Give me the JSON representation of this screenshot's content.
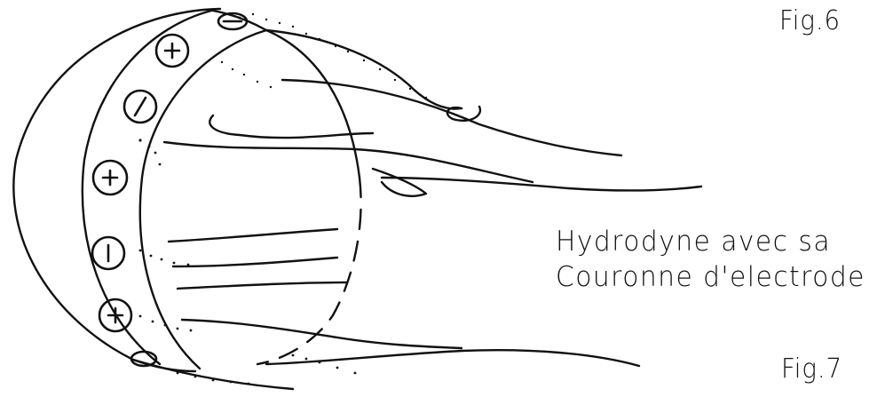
{
  "labels": {
    "fig_top": "Fig.6",
    "fig_bottom": "Fig.7",
    "caption_line1": "Hydrodyne avec sa",
    "caption_line2": "Couronne d'electrode"
  },
  "electrodes": [
    {
      "symbol": "+"
    },
    {
      "symbol": "/"
    },
    {
      "symbol": "+"
    },
    {
      "symbol": "|:"
    },
    {
      "symbol": "+"
    }
  ],
  "colors": {
    "ink": "#111111",
    "paper": "#ffffff"
  }
}
